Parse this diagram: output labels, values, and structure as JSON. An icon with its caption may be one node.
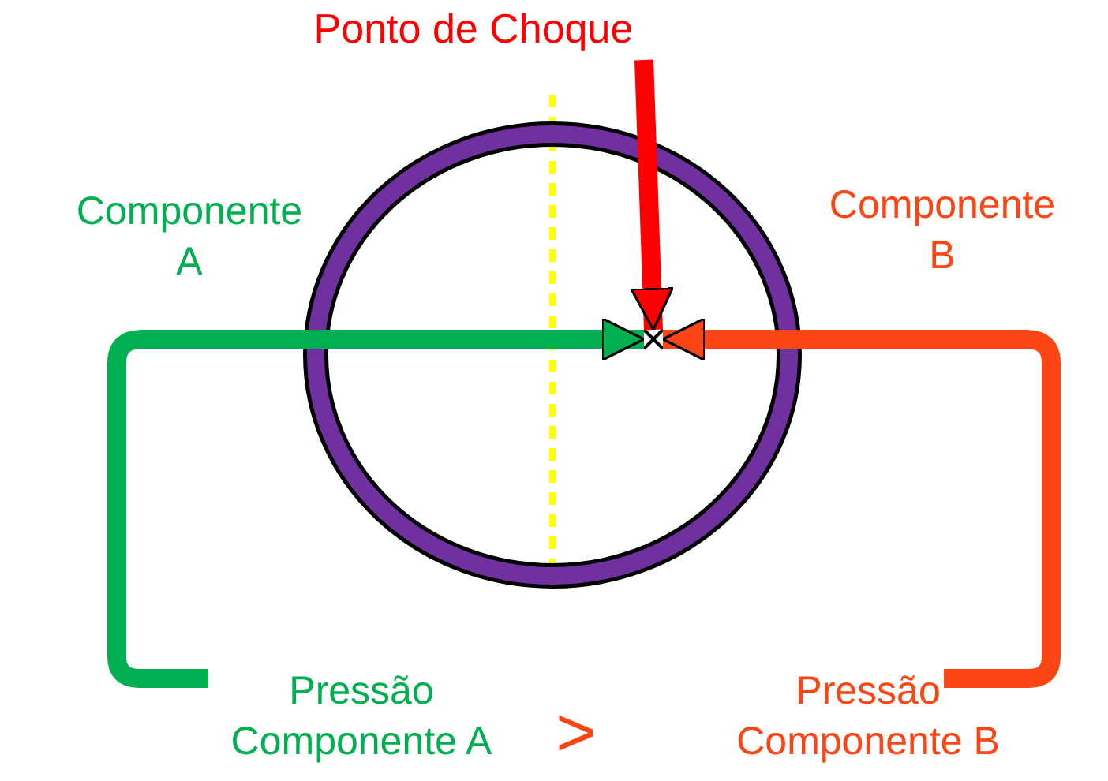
{
  "diagram": {
    "nodes": [
      {
        "text": [
          "Ponto de Choque"
        ]
      },
      {
        "text": [],
        "shape": "circle"
      },
      {
        "text": [
          "Componente A"
        ]
      },
      {
        "text": [
          "Componente B"
        ]
      },
      {
        "text": [
          "Pressão Componente A"
        ]
      },
      {
        "text": [
          "Pressão Componente B"
        ]
      },
      {
        "text": [],
        "shape": "cross",
        "in": 1
      }
    ],
    "edges": [
      {
        "from": 0,
        "to": 6,
        "arrow": "to",
        "color": "#ff0000"
      },
      {
        "from": 4,
        "to": 6,
        "arrow": "to",
        "color": "#00b050"
      },
      {
        "from": 5,
        "to": 6,
        "arrow": "to",
        "color": "#fc4514"
      }
    ],
    "labels": [
      ">"
    ]
  }
}
